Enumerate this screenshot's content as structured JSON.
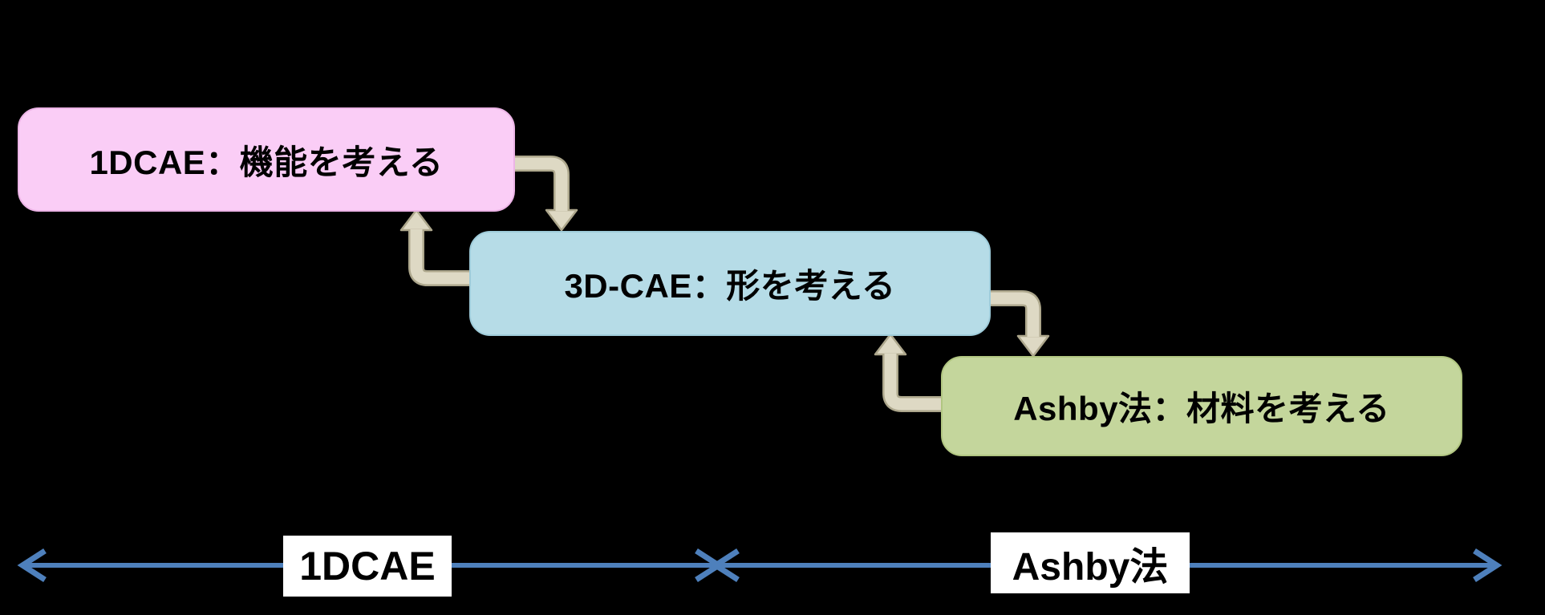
{
  "background": "#000000",
  "boxes": [
    {
      "id": "1dcae",
      "label": "1DCAE：機能を考える",
      "fill": "#FACDF6"
    },
    {
      "id": "3dcae",
      "label": "3D-CAE：形を考える",
      "fill": "#B6DCE7"
    },
    {
      "id": "ashby",
      "label": "Ashby法：材料を考える",
      "fill": "#C4D69C"
    }
  ],
  "flow_arrows": {
    "color": "#DED9C4",
    "outline_color": "#ADA78C",
    "links": [
      {
        "from": "1DCAE：機能を考える",
        "to": "3D-CAE：形を考える",
        "direction": "down"
      },
      {
        "from": "3D-CAE：形を考える",
        "to": "1DCAE：機能を考える",
        "direction": "up"
      },
      {
        "from": "3D-CAE：形を考える",
        "to": "Ashby法：材料を考える",
        "direction": "down"
      },
      {
        "from": "Ashby法：材料を考える",
        "to": "3D-CAE：形を考える",
        "direction": "up"
      }
    ]
  },
  "axis": {
    "color": "#4E80BC",
    "label_bg": "#FFFFFF",
    "segments": [
      {
        "label": "1DCAE"
      },
      {
        "label": "Ashby法"
      }
    ]
  }
}
